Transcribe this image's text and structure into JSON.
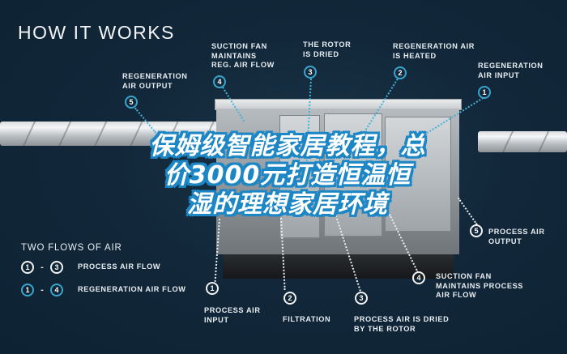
{
  "title": "HOW IT WORKS",
  "overlay_text": {
    "line1": "保姆级智能家居教程，总",
    "line2": "价3000元打造恒温恒",
    "line3": "湿的理想家居环境"
  },
  "colors": {
    "background": "#12283a",
    "regeneration_accent": "#3aa5cc",
    "process_accent": "#f2f2f2",
    "overlay_stroke": "#1d86c4"
  },
  "regeneration_callouts": [
    {
      "number": "1",
      "line1": "REGENERATION",
      "line2": "AIR INPUT"
    },
    {
      "number": "2",
      "line1": "REGENERATION AIR",
      "line2": "IS HEATED"
    },
    {
      "number": "3",
      "line1": "THE ROTOR",
      "line2": "IS DRIED"
    },
    {
      "number": "4",
      "line1": "SUCTION FAN",
      "line2": "MAINTAINS",
      "line3": "REG. AIR FLOW"
    },
    {
      "number": "5",
      "line1": "REGENERATION",
      "line2": "AIR OUTPUT"
    }
  ],
  "process_callouts": [
    {
      "number": "1",
      "line1": "PROCESS AIR",
      "line2": "INPUT"
    },
    {
      "number": "2",
      "line1": "FILTRATION"
    },
    {
      "number": "3",
      "line1": "PROCESS AIR IS DRIED",
      "line2": "BY THE ROTOR"
    },
    {
      "number": "4",
      "line1": "SUCTION FAN",
      "line2": "MAINTAINS PROCESS",
      "line3": "AIR FLOW"
    },
    {
      "number": "5",
      "line1": "PROCESS AIR",
      "line2": "OUTPUT"
    }
  ],
  "legend": {
    "title": "TWO FLOWS OF AIR",
    "rows": [
      {
        "from": "1",
        "dash": "-",
        "to": "3",
        "label": "PROCESS AIR FLOW"
      },
      {
        "from": "1",
        "dash": "-",
        "to": "4",
        "label": "REGENERATION AIR FLOW"
      }
    ]
  }
}
